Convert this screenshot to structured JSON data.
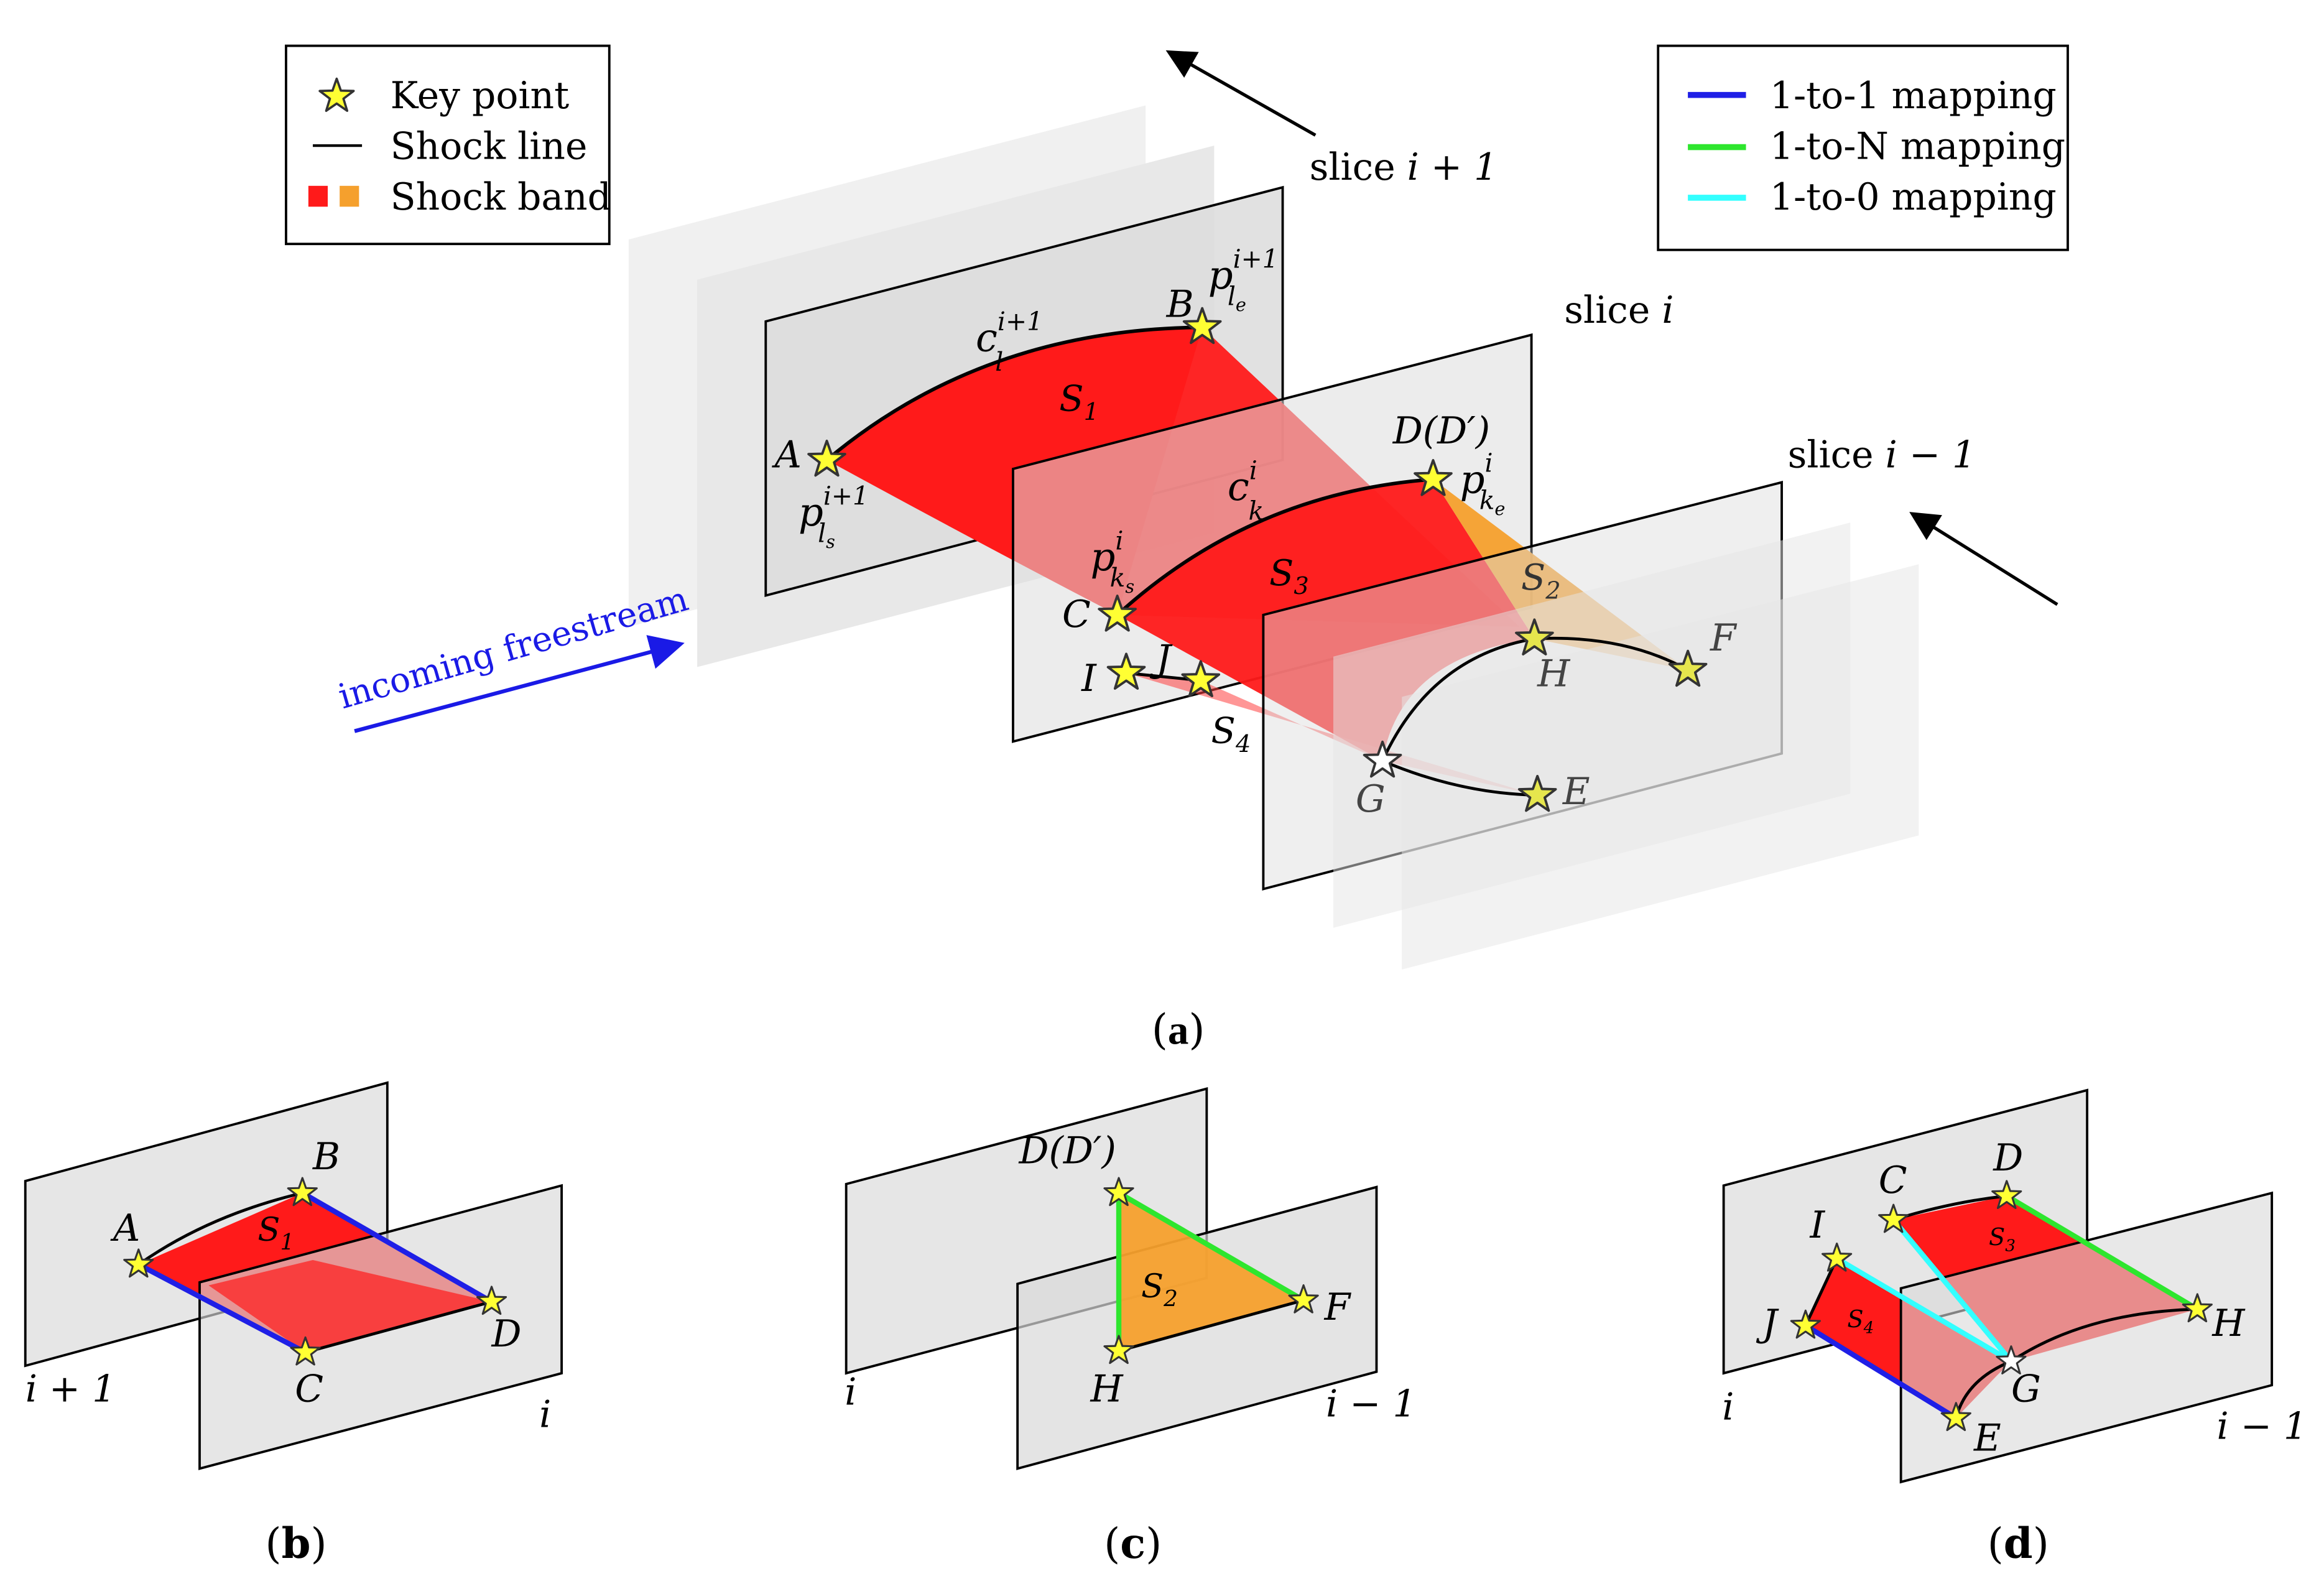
{
  "legend_left": {
    "items": [
      {
        "label": "Key point",
        "icon": "star-icon",
        "color": "#ffff33"
      },
      {
        "label": "Shock line",
        "icon": "line-icon",
        "color": "#000000"
      },
      {
        "label": "Shock band",
        "icon": "square-pair-icon",
        "colors": [
          "#ff1a1a",
          "#f5a02d"
        ]
      }
    ]
  },
  "legend_right": {
    "items": [
      {
        "label": "1-to-1 mapping",
        "color": "#1f1fe6"
      },
      {
        "label": "1-to-N mapping",
        "color": "#2ee62e"
      },
      {
        "label": "1-to-0 mapping",
        "color": "#33ffff"
      }
    ]
  },
  "panel_a": {
    "caption_open": "(",
    "caption_letter": "a",
    "caption_close": ")",
    "slice_labels": {
      "next": {
        "prefix": "slice ",
        "value": "i + 1"
      },
      "current": {
        "prefix": "slice ",
        "value": "i"
      },
      "prev": {
        "prefix": "slice ",
        "value": "i − 1"
      }
    },
    "freestream_label": "incoming freestream",
    "curve_labels": {
      "c_l": {
        "base": "c",
        "sub": "l",
        "sup": "i+1"
      },
      "c_k": {
        "base": "c",
        "sub": "k",
        "sup": "i"
      }
    },
    "point_labels": {
      "p_ls": {
        "base": "p",
        "sub": "l",
        "subsub": "s",
        "sup": "i+1"
      },
      "p_le": {
        "base": "p",
        "sub": "l",
        "subsub": "e",
        "sup": "i+1"
      },
      "p_ks": {
        "base": "p",
        "sub": "k",
        "subsub": "s",
        "sup": "i"
      },
      "p_ke": {
        "base": "p",
        "sub": "k",
        "subsub": "e",
        "sup": "i"
      }
    },
    "points": [
      "A",
      "B",
      "C",
      "D(D′)",
      "E",
      "F",
      "G",
      "H",
      "I",
      "J"
    ],
    "bands": [
      {
        "base": "S",
        "sub": "1"
      },
      {
        "base": "S",
        "sub": "2"
      },
      {
        "base": "S",
        "sub": "3"
      },
      {
        "base": "S",
        "sub": "4"
      }
    ]
  },
  "panel_b": {
    "caption_letter": "b",
    "points": [
      "A",
      "B",
      "C",
      "D"
    ],
    "band": {
      "base": "S",
      "sub": "1"
    },
    "slice_labels": [
      "i + 1",
      "i"
    ]
  },
  "panel_c": {
    "caption_letter": "c",
    "points": [
      "D(D′)",
      "F",
      "H"
    ],
    "band": {
      "base": "S",
      "sub": "2"
    },
    "slice_labels": [
      "i",
      "i − 1"
    ]
  },
  "panel_d": {
    "caption_letter": "d",
    "points": [
      "C",
      "D",
      "I",
      "J",
      "H",
      "G",
      "E"
    ],
    "bands": [
      {
        "base": "S",
        "sub": "3"
      },
      {
        "base": "S",
        "sub": "4"
      }
    ],
    "slice_labels": [
      "i",
      "i − 1"
    ]
  },
  "colors": {
    "band_red": "#ff1a1a",
    "band_orange": "#f5a02d",
    "plane_fill": "#d9d9d9",
    "star_fill": "#ffff33",
    "map_1to1": "#1f1fe6",
    "map_1toN": "#2ee62e",
    "map_1to0": "#33ffff",
    "freestream": "#1a1ae6"
  }
}
